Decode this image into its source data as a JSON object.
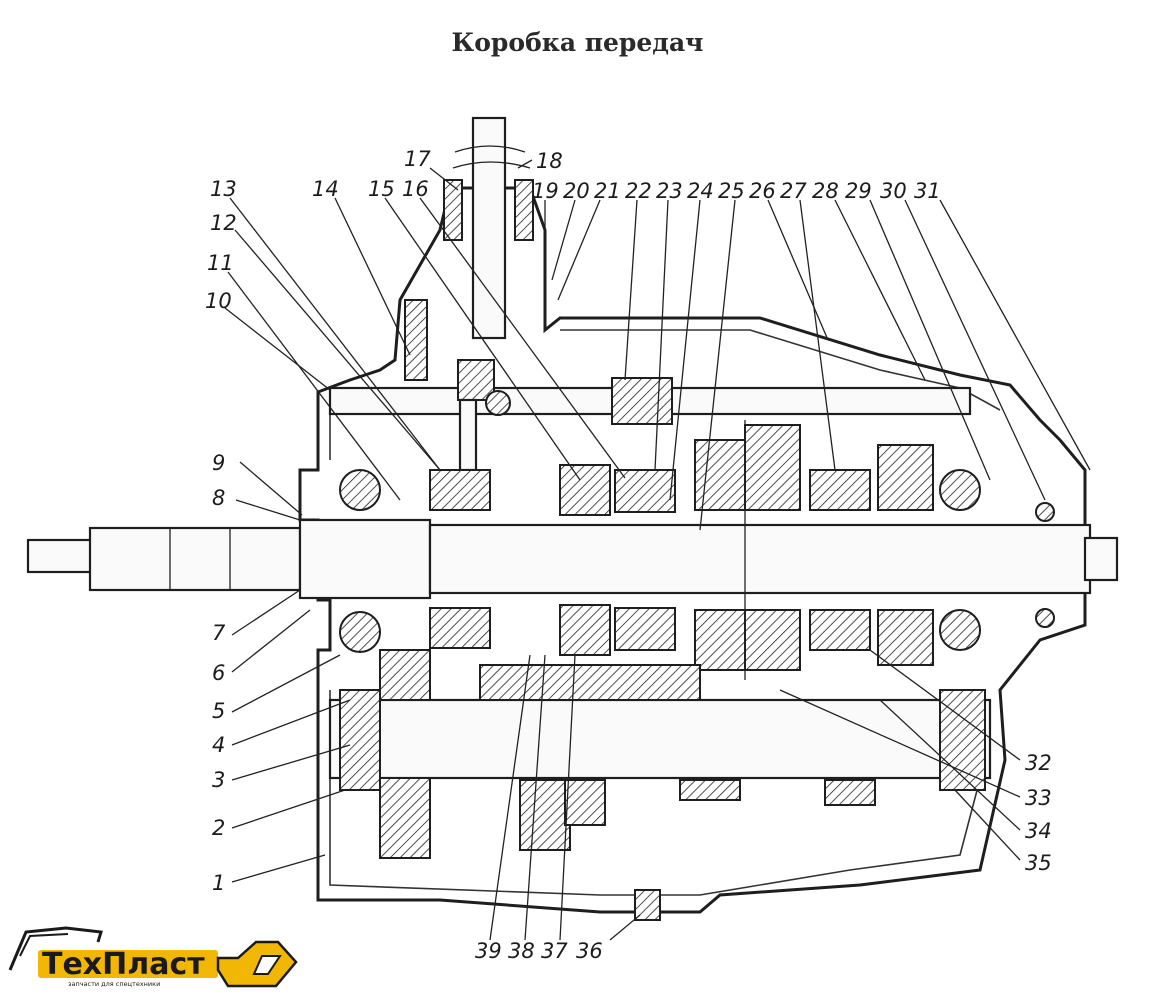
{
  "title": "Коробка передач",
  "callouts": {
    "top": [
      "17",
      "18",
      "13",
      "14",
      "15",
      "16",
      "19",
      "20",
      "21",
      "22",
      "23",
      "24",
      "25",
      "26",
      "27",
      "28",
      "29",
      "30",
      "31",
      "12",
      "11",
      "10"
    ],
    "left": [
      "9",
      "8",
      "7",
      "6",
      "5",
      "4",
      "3",
      "2",
      "1"
    ],
    "right": [
      "32",
      "33",
      "34",
      "35"
    ],
    "bottom": [
      "39",
      "38",
      "37",
      "36"
    ]
  },
  "logo": {
    "word": "ТехПласт",
    "tagline": "запчасти для спецтехники",
    "colors": {
      "accent": "#f2b705",
      "text": "#1a1a1a"
    }
  }
}
